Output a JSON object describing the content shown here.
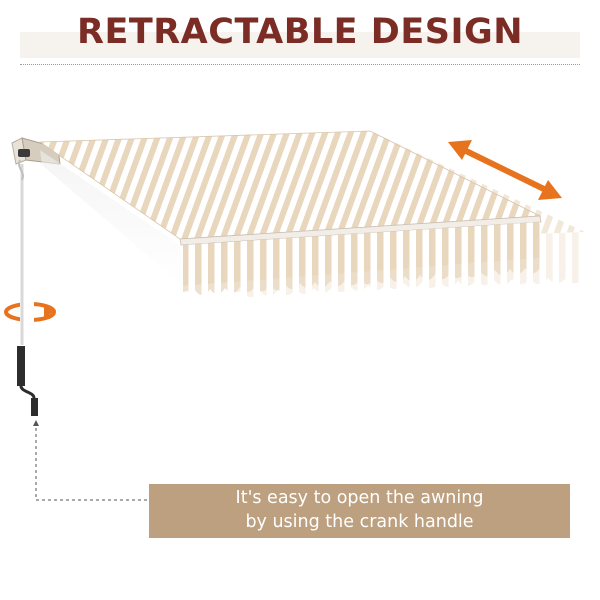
{
  "header": {
    "title": "RETRACTABLE DESIGN"
  },
  "caption": {
    "line1": "It's easy to open the awning",
    "line2": "by using the crank handle"
  },
  "colors": {
    "title": "#7b2c24",
    "caption_bg": "#bca07f",
    "stripe_beige": "#e8d6bd",
    "stripe_white": "#ffffff",
    "arrow_orange": "#e8731f"
  },
  "icons": {
    "double_arrow": "double-arrow-icon",
    "rotate": "rotate-icon"
  }
}
